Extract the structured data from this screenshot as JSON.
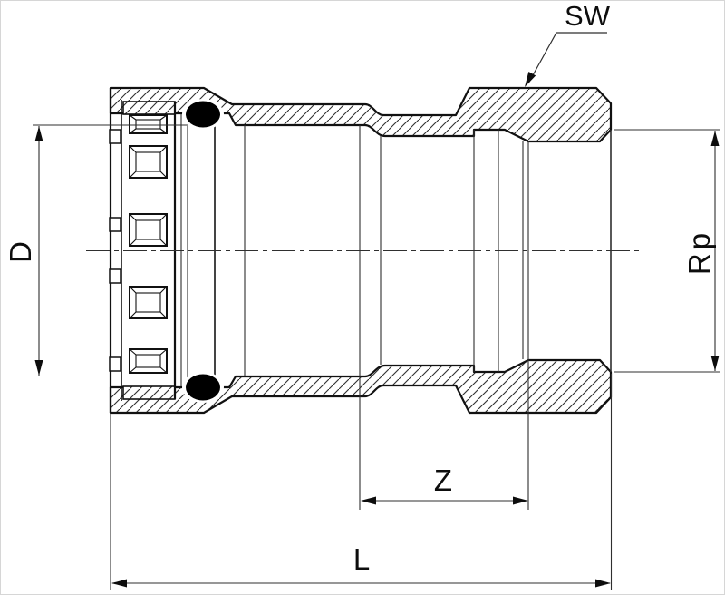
{
  "drawing": {
    "kind": "technical-sectional-drawing",
    "subject": "press fitting adapter with press end and internal thread, longitudinal section",
    "colors": {
      "background": "#ffffff",
      "contour": "#111111",
      "thin_line": "#2f2f2f",
      "seal": "#000000"
    },
    "labels": {
      "wrench_size": "SW",
      "outer_diameter": "D",
      "thread_size": "Rp",
      "z_dimension": "Z",
      "overall_length": "L"
    }
  }
}
